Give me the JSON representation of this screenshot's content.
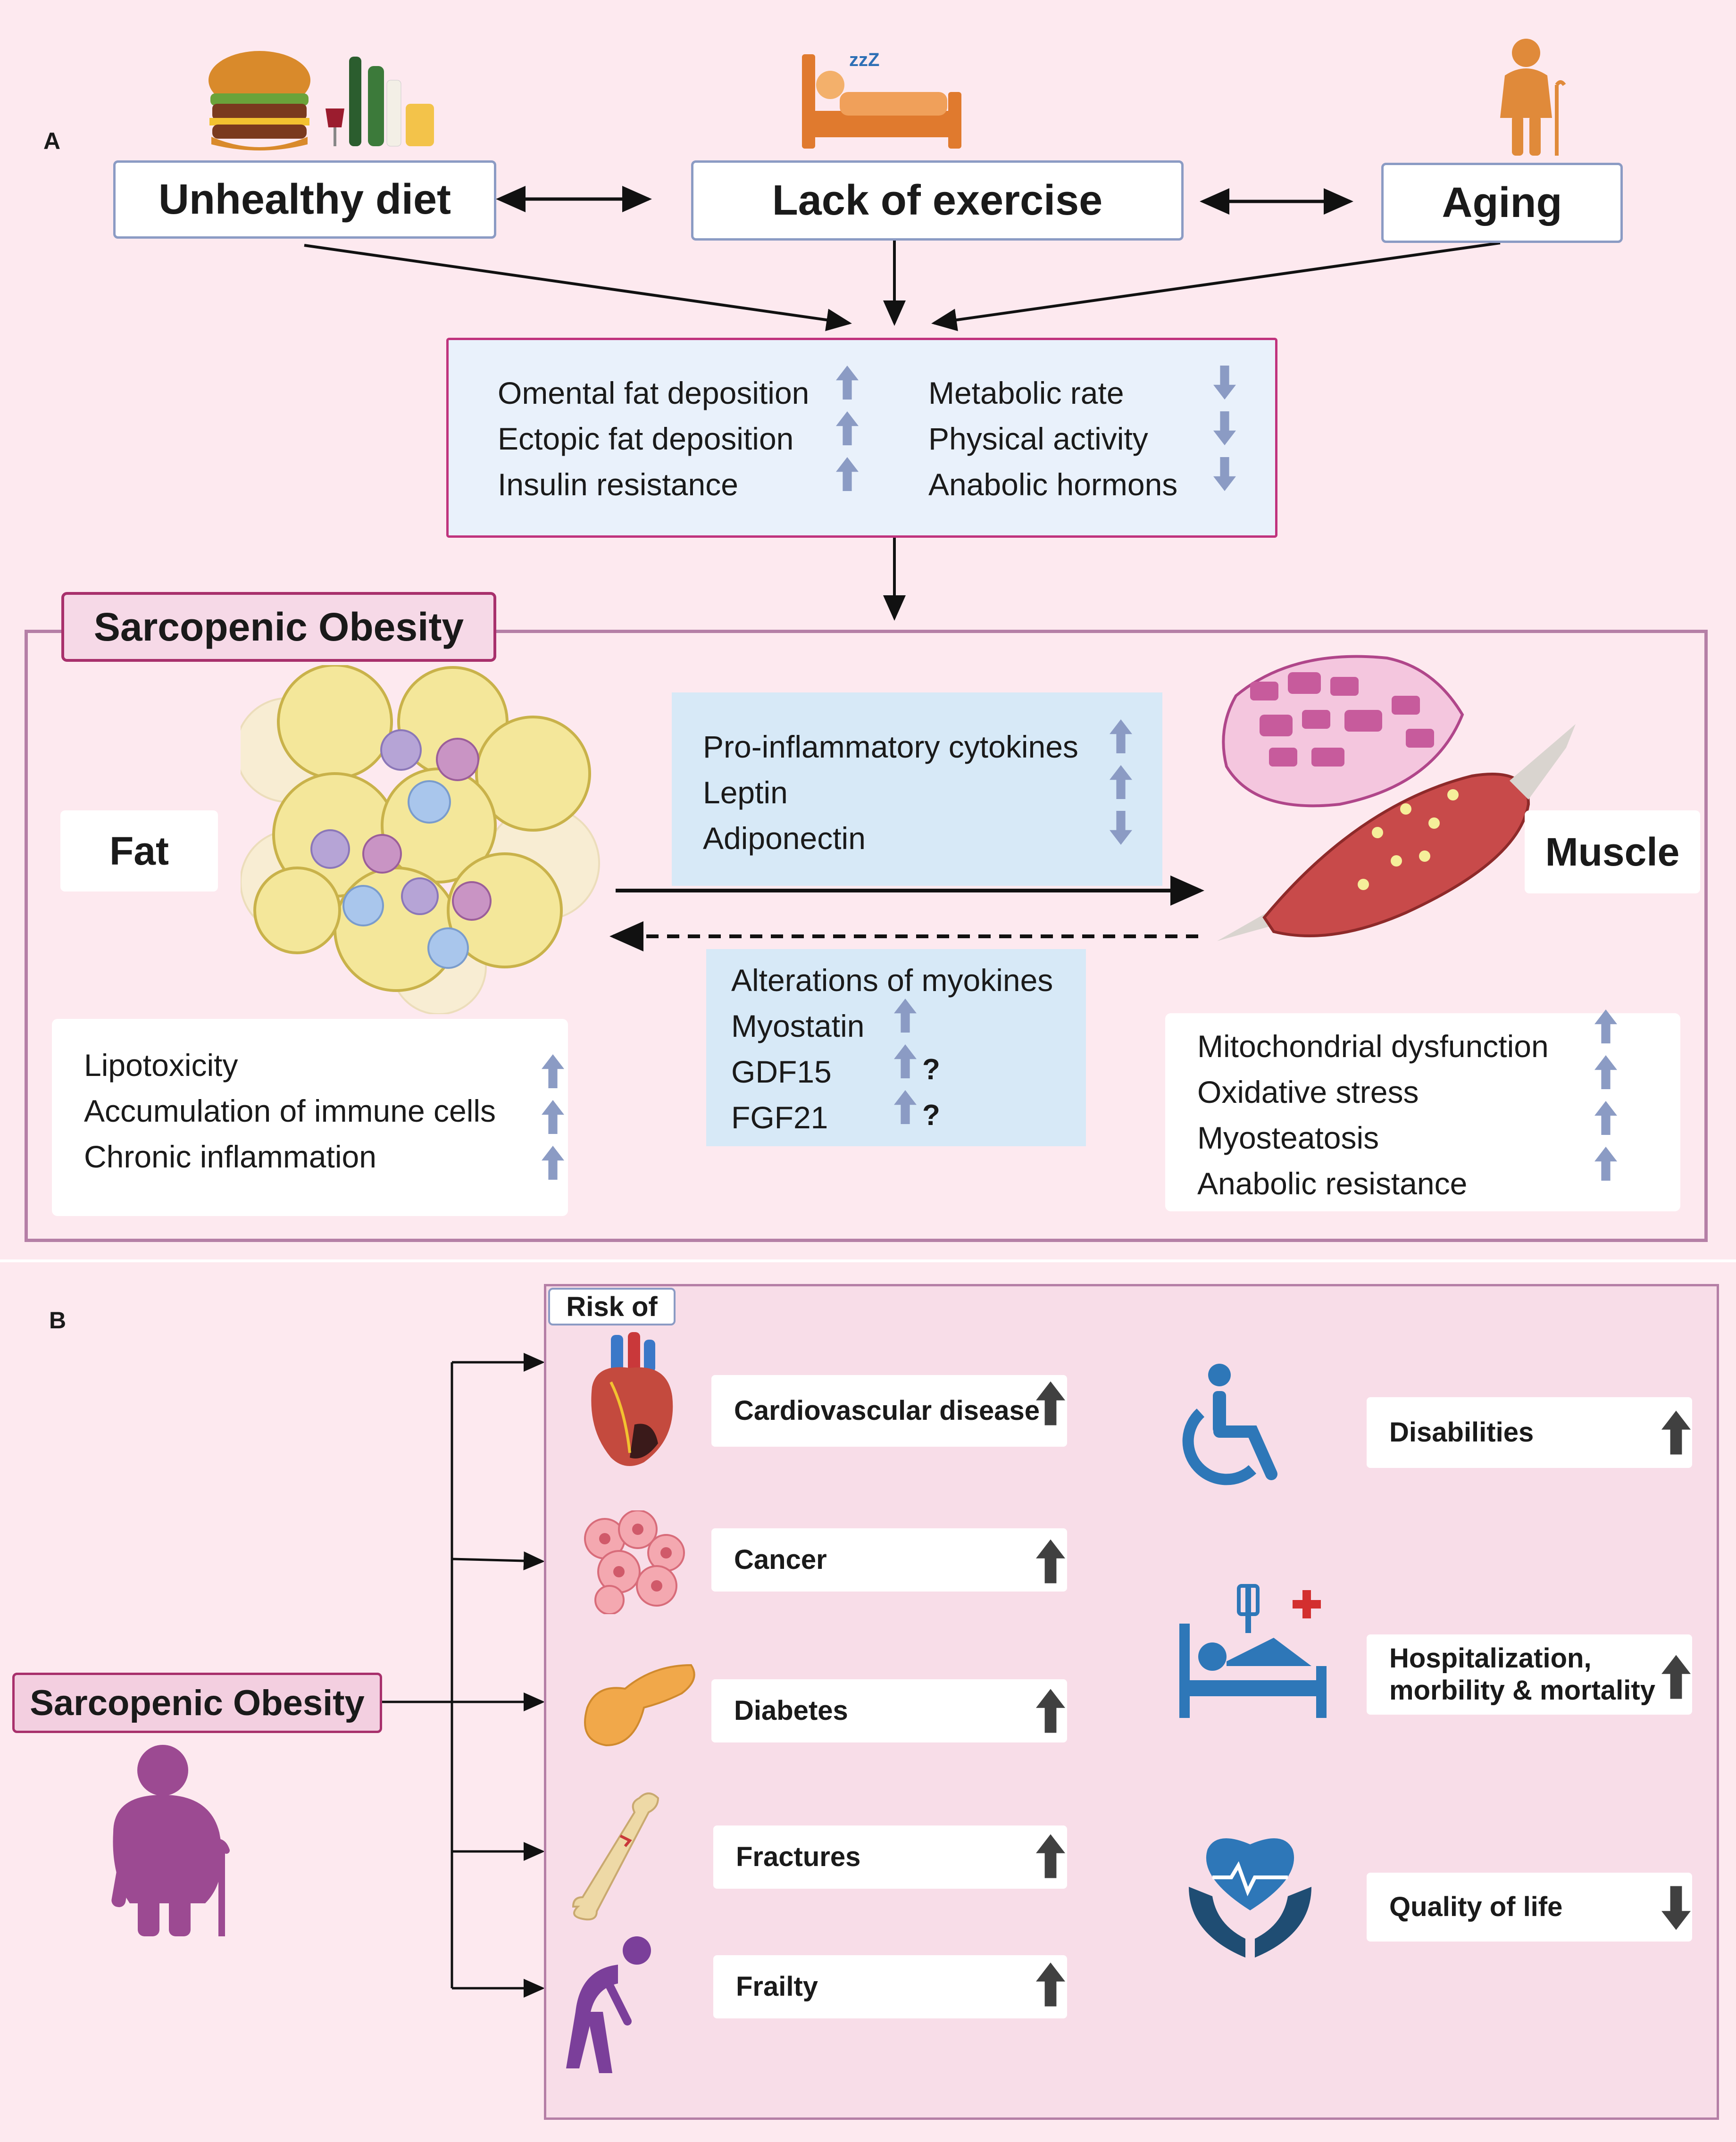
{
  "panel_a": {
    "label": "A",
    "causes": {
      "unhealthy_diet": "Unhealthy diet",
      "lack_of_exercise": "Lack of exercise",
      "aging": "Aging"
    },
    "effects_left": [
      "Omental fat deposition",
      "Ectopic fat deposition",
      "Insulin resistance"
    ],
    "effects_left_direction": [
      "up",
      "up",
      "up"
    ],
    "effects_right": [
      "Metabolic rate",
      "Physical activity",
      "Anabolic hormons"
    ],
    "effects_right_direction": [
      "down",
      "down",
      "down"
    ],
    "title": "Sarcopenic Obesity",
    "fat_label": "Fat",
    "muscle_label": "Muscle",
    "fat_to_muscle": [
      "Pro-inflammatory cytokines",
      "Leptin",
      "Adiponectin"
    ],
    "fat_to_muscle_direction": [
      "up",
      "up",
      "down"
    ],
    "muscle_to_fat": [
      "Alterations of myokines",
      "Myostatin",
      "GDF15",
      "FGF21"
    ],
    "muscle_to_fat_direction": [
      "none",
      "up",
      "up",
      "up"
    ],
    "question_mark": "?",
    "fat_effects": [
      "Lipotoxicity",
      "Accumulation of immune cells",
      "Chronic inflammation"
    ],
    "muscle_effects": [
      "Mitochondrial dysfunction",
      "Oxidative stress",
      "Myosteatosis",
      "Anabolic resistance"
    ]
  },
  "panel_b": {
    "label": "B",
    "source": "Sarcopenic Obesity",
    "risk_of": "Risk of",
    "risks_left": [
      {
        "label": "Cardiovascular disease",
        "direction": "up",
        "icon": "heart-organ-icon"
      },
      {
        "label": "Cancer",
        "direction": "up",
        "icon": "cancer-cells-icon"
      },
      {
        "label": "Diabetes",
        "direction": "up",
        "icon": "pancreas-icon"
      },
      {
        "label": "Fractures",
        "direction": "up",
        "icon": "broken-bone-icon"
      },
      {
        "label": "Frailty",
        "direction": "up",
        "icon": "frail-person-icon"
      }
    ],
    "risks_right": [
      {
        "label": "Disabilities",
        "direction": "up",
        "icon": "wheelchair-icon"
      },
      {
        "label": "Hospitalization,",
        "label2": "morbility & mortality",
        "direction": "up",
        "icon": "hospital-bed-icon"
      },
      {
        "label": "Quality of life",
        "direction": "down",
        "icon": "heart-in-hands-icon"
      }
    ]
  },
  "colors": {
    "background": "#fde9ef",
    "arrow_blue": "#8b9bc4",
    "arrow_dark": "#404040",
    "magenta": "#c0337d",
    "purple_person": "#9c4a92",
    "icon_blue": "#2e77b8"
  }
}
